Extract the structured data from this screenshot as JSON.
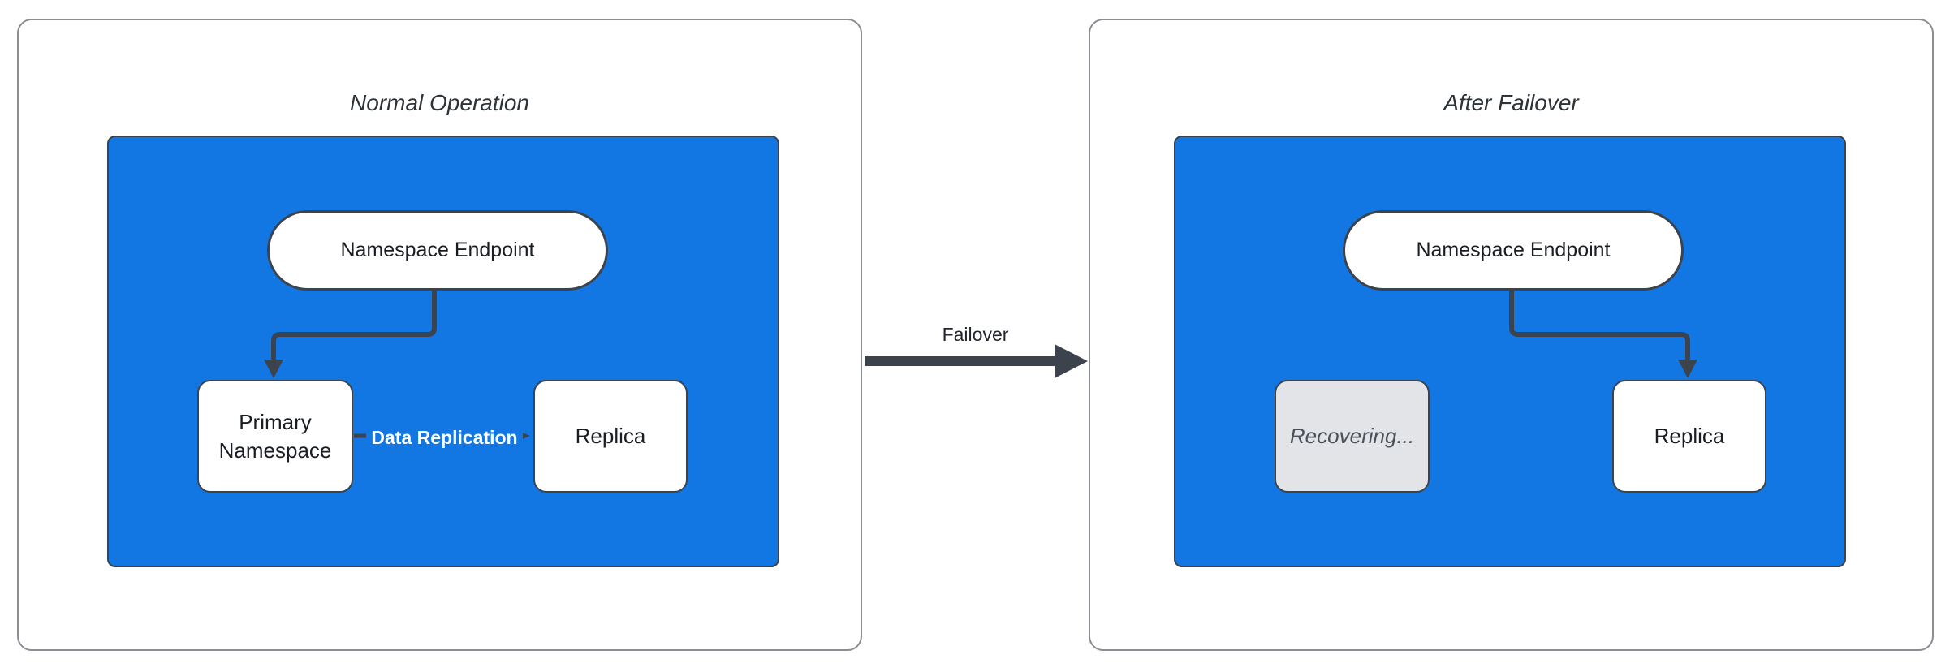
{
  "colors": {
    "cluster_blue": "#1277E3",
    "line_slate": "#3C434D",
    "panel_border_gray": "#8A8E93",
    "recovering_fill": "#E3E4E8",
    "recovering_text": "#4B515A",
    "title_text": "#2E3338",
    "node_text": "#1A1E24",
    "edge_label_text": "#FFFFFF"
  },
  "left_panel": {
    "title": "Normal Operation",
    "endpoint": "Namespace Endpoint",
    "primary_node": "Primary Namespace",
    "replica_node": "Replica",
    "replication_edge_label": "Data Replication"
  },
  "right_panel": {
    "title": "After Failover",
    "endpoint": "Namespace Endpoint",
    "recovering_node": "Recovering...",
    "replica_node": "Replica"
  },
  "transition": {
    "label": "Failover"
  }
}
